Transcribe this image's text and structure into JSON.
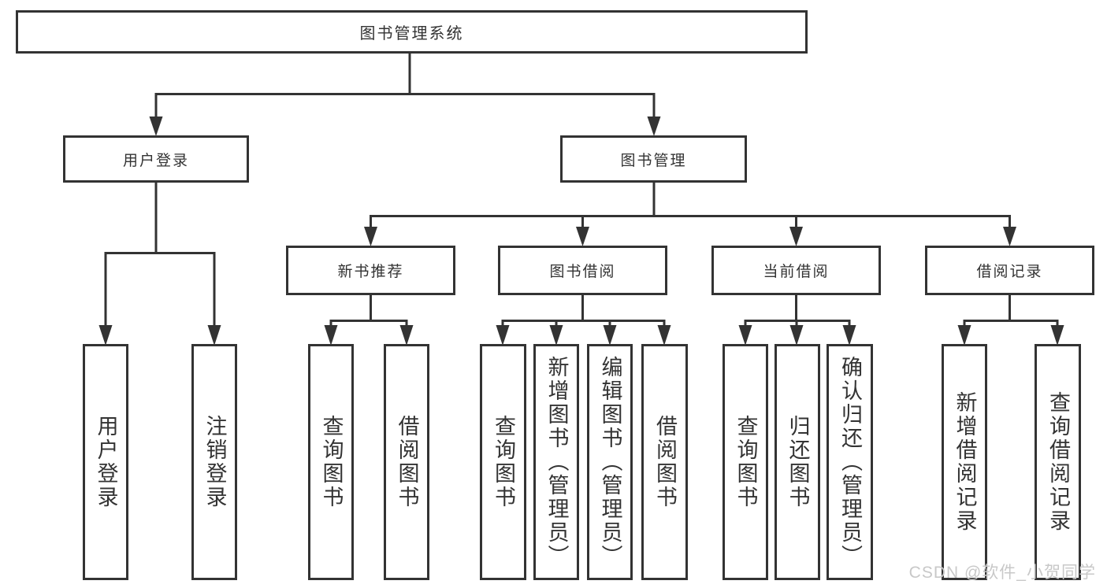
{
  "colors": {
    "line": "#333333",
    "box_border": "#333333",
    "box_fill": "#ffffff",
    "text": "#333333",
    "watermark": "#c8c8c8"
  },
  "tree": {
    "root": {
      "label": "图书管理系统"
    },
    "branches": [
      {
        "label": "用户登录",
        "children": [
          {
            "label": "用户登录"
          },
          {
            "label": "注销登录"
          }
        ]
      },
      {
        "label": "图书管理",
        "sections": [
          {
            "label": "新书推荐",
            "children": [
              {
                "label": "查询图书"
              },
              {
                "label": "借阅图书"
              }
            ]
          },
          {
            "label": "图书借阅",
            "children": [
              {
                "label": "查询图书"
              },
              {
                "label": "新增图书（管理员）"
              },
              {
                "label": "编辑图书（管理员）"
              },
              {
                "label": "借阅图书"
              }
            ]
          },
          {
            "label": "当前借阅",
            "children": [
              {
                "label": "查询图书"
              },
              {
                "label": "归还图书"
              },
              {
                "label": "确认归还（管理员）"
              }
            ]
          },
          {
            "label": "借阅记录",
            "children": [
              {
                "label": "新增借阅记录"
              },
              {
                "label": "查询借阅记录"
              }
            ]
          }
        ]
      }
    ]
  },
  "watermark": {
    "text": "CSDN @软件_小贺同学"
  }
}
